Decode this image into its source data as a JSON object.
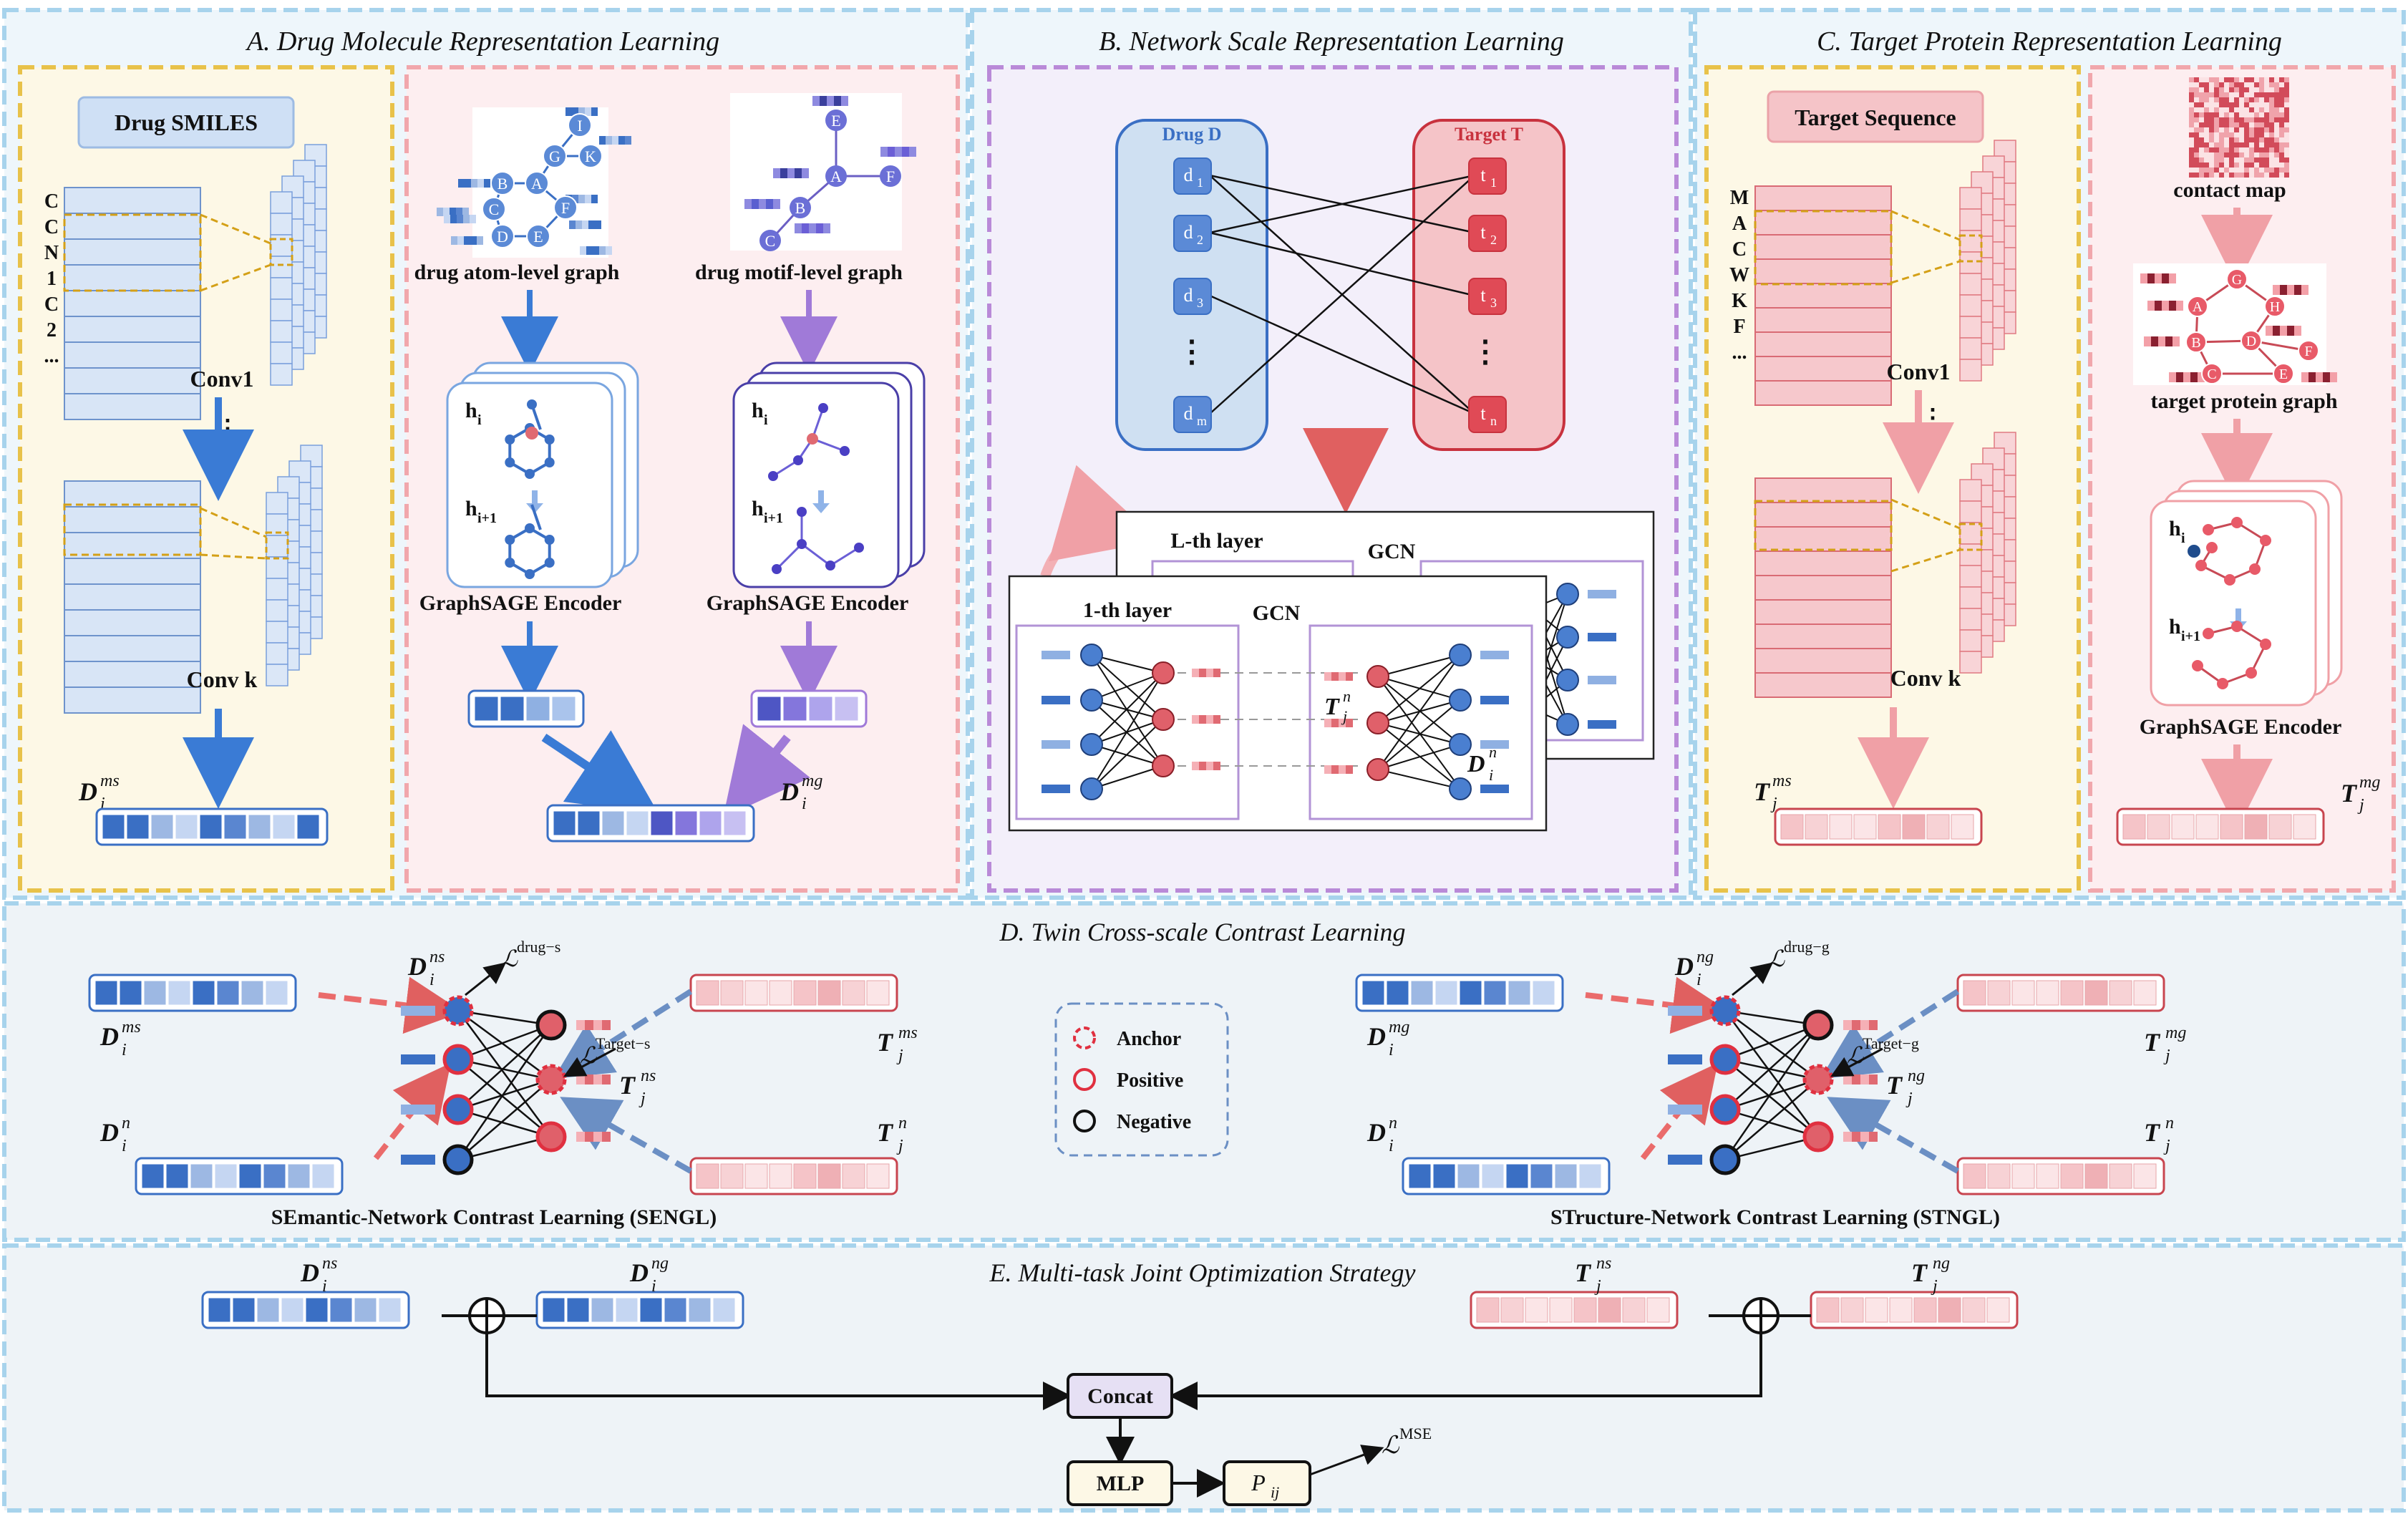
{
  "panels": {
    "a_title": "A. Drug Molecule Representation Learning",
    "b_title": "B. Network Scale Representation Learning",
    "c_title": "C. Target Protein Representation Learning",
    "d_title": "D. Twin Cross-scale Contrast Learning",
    "e_title": "E. Multi-task Joint Optimization Strategy"
  },
  "drug": {
    "smiles_label": "Drug SMILES",
    "smiles_chars": [
      "C",
      "C",
      "N",
      "1",
      "C",
      "2",
      "..."
    ],
    "conv1": "Conv1",
    "dots": "⋮",
    "convk": "Conv k",
    "atom_graph": "drug atom-level graph",
    "motif_graph": "drug motif-level graph",
    "atom_nodes": [
      "I",
      "G",
      "K",
      "B",
      "A",
      "C",
      "F",
      "D",
      "E"
    ],
    "motif_nodes": [
      "E",
      "A",
      "F",
      "B",
      "C"
    ],
    "encoder_atom": "GraphSAGE Encoder",
    "encoder_motif": "GraphSAGE Encoder",
    "h_i": "h",
    "h_i_sub": "i",
    "h_i1_sub": "i+1",
    "d_ms": "D",
    "ms_sup": "ms",
    "mg_sup": "mg",
    "i_sub": "i"
  },
  "network": {
    "drug_label": "Drug D",
    "target_label": "Target T",
    "drug_nodes": [
      "d",
      "d",
      "d",
      "⋮",
      "d"
    ],
    "drug_subs": [
      "1",
      "2",
      "3",
      "",
      "m"
    ],
    "target_nodes": [
      "t",
      "t",
      "t",
      "⋮",
      "t"
    ],
    "target_subs": [
      "1",
      "2",
      "3",
      "",
      "n"
    ],
    "l_layer": "L-th layer",
    "first_layer": "1-th layer",
    "gcn": "GCN",
    "gcn2": "GCN",
    "t_n_sup": "n",
    "d_n_sup": "n",
    "j_sub": "j"
  },
  "target": {
    "seq_label": "Target Sequence",
    "seq_chars": [
      "M",
      "A",
      "C",
      "W",
      "K",
      "F",
      "..."
    ],
    "conv1": "Conv1",
    "convk": "Conv k",
    "contact_map": "contact map",
    "protein_graph": "target protein graph",
    "protein_nodes": [
      "G",
      "A",
      "H",
      "B",
      "D",
      "F",
      "C",
      "E"
    ],
    "encoder": "GraphSAGE Encoder",
    "ms_sup": "ms",
    "mg_sup": "mg"
  },
  "contrast": {
    "d_ns": "ns",
    "d_ms": "ms",
    "d_n": "n",
    "t_ms": "ms",
    "t_ns": "ns",
    "t_n": "n",
    "d_ng": "ng",
    "d_mg": "mg",
    "t_ng": "ng",
    "t_mg": "mg",
    "loss_drug_s": "drug−s",
    "loss_target_s": "Target−s",
    "loss_drug_g": "drug−g",
    "loss_target_g": "Target−g",
    "legend_anchor": "Anchor",
    "legend_positive": "Positive",
    "legend_negative": "Negative",
    "sengl": "SEmantic-Network Contrast Learning (SENGL)",
    "stngl": "STructure-Network Contrast Learning (STNGL)"
  },
  "joint": {
    "concat": "Concat",
    "mlp": "MLP",
    "p": "P",
    "p_sub": "ij",
    "loss_sup": "MSE",
    "d_ns": "ns",
    "d_ng": "ng",
    "t_ns": "ns",
    "t_ng": "ng"
  },
  "colors": {
    "blue_dark": "#3a6fc4",
    "blue_mid": "#7a9fdc",
    "blue_light": "#c5d6f2",
    "red_dark": "#d94f5c",
    "red_light": "#f5c4c8",
    "purple": "#a07ad8",
    "yellow_dash": "#e8c24a",
    "pink_dash": "#f1a7ac",
    "panel_dash": "#a7d3ec"
  }
}
